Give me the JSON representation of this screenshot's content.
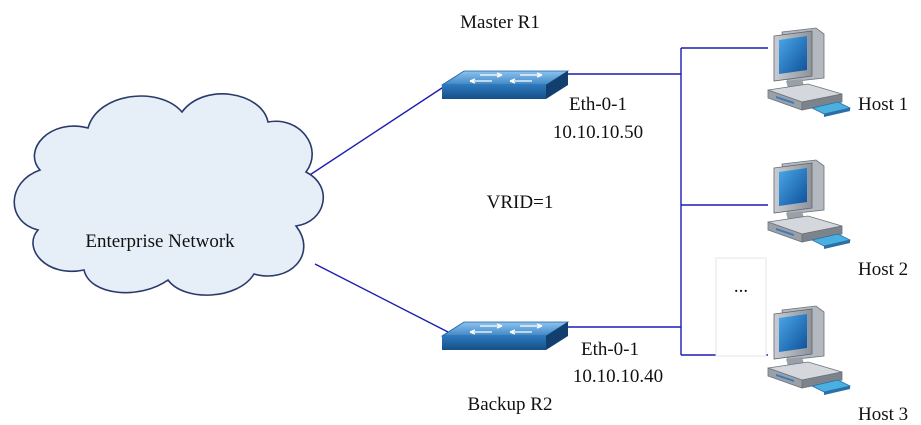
{
  "cloud": {
    "label": "Enterprise Network",
    "icon": "cloud-icon"
  },
  "routers": [
    {
      "name": "Master R1",
      "interface": "Eth-0-1",
      "ip": "10.10.10.50",
      "icon": "switch-icon"
    },
    {
      "name": "Backup R2",
      "interface": "Eth-0-1",
      "ip": "10.10.10.40",
      "icon": "switch-icon"
    }
  ],
  "vrid": "VRID=1",
  "hosts": [
    {
      "label": "Host 1",
      "icon": "computer-icon"
    },
    {
      "label": "Host 2",
      "icon": "computer-icon"
    },
    {
      "label": "Host 3",
      "icon": "computer-icon"
    }
  ],
  "ellipsis": "...",
  "colors": {
    "link": "#1c1cb4",
    "cloud_fill": "#e6eef8",
    "switch_top": "#5aa0d8",
    "switch_side": "#1d5f9c"
  }
}
